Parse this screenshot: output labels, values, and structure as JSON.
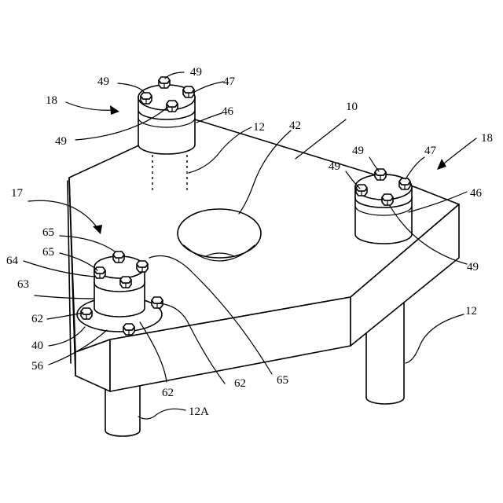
{
  "figure": {
    "reference_numerals": {
      "n10": "10",
      "n12": "12",
      "n12A": "12A",
      "n17": "17",
      "n18": "18",
      "n40": "40",
      "n42": "42",
      "n46": "46",
      "n47": "47",
      "n49": "49",
      "n56": "56",
      "n62": "62",
      "n63": "63",
      "n64": "64",
      "n65": "65"
    }
  }
}
